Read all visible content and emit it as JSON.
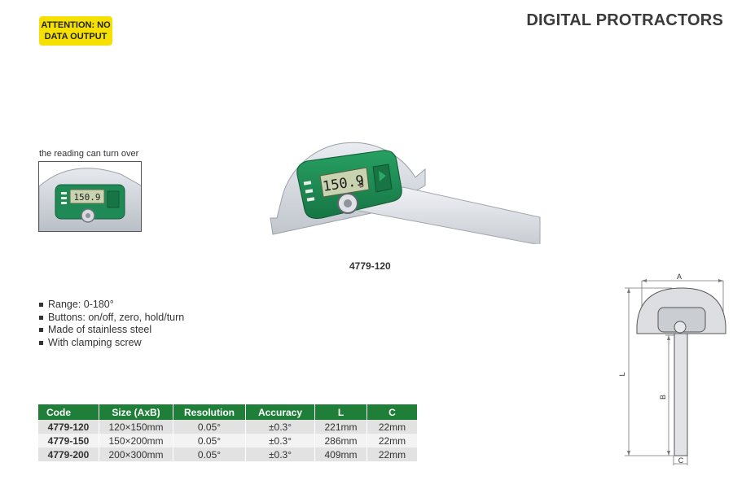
{
  "badge": {
    "line1": "ATTENTION: NO",
    "line2": "DATA OUTPUT"
  },
  "title": "DIGITAL PROTRACTORS",
  "inset": {
    "caption": "the reading can turn over",
    "display_value": "150.9"
  },
  "product": {
    "display_value": "150.9",
    "display_suffix": "5",
    "model_caption": "4779-120"
  },
  "features": [
    "Range: 0-180°",
    "Buttons: on/off, zero, hold/turn",
    "Made of stainless steel",
    "With clamping screw"
  ],
  "table": {
    "headers": [
      "Code",
      "Size (AxB)",
      "Resolution",
      "Accuracy",
      "L",
      "C"
    ],
    "rows": [
      [
        "4779-120",
        "120×150mm",
        "0.05°",
        "±0.3°",
        "221mm",
        "22mm"
      ],
      [
        "4779-150",
        "150×200mm",
        "0.05°",
        "±0.3°",
        "286mm",
        "22mm"
      ],
      [
        "4779-200",
        "200×300mm",
        "0.05°",
        "±0.3°",
        "409mm",
        "22mm"
      ]
    ]
  },
  "drawing": {
    "label_a": "A",
    "label_b": "B",
    "label_l": "L",
    "label_c": "C"
  },
  "colors": {
    "badge": "#f5e000",
    "table_header": "#1f7e38",
    "device_green": "#1f8a55",
    "lcd": "#c9d3b0"
  }
}
